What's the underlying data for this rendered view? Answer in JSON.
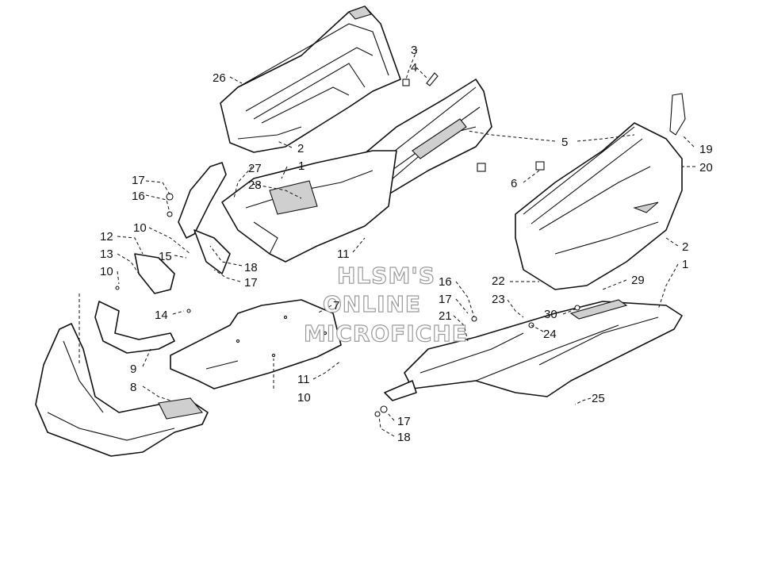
{
  "watermark": {
    "line1": "HLSM'S",
    "line2": "ONLINE",
    "line3": "MICROFICHE"
  },
  "callouts": {
    "c26": "26",
    "c3": "3",
    "c4": "4",
    "c2a": "2",
    "c27": "27",
    "c1a": "1",
    "c28": "28",
    "c5": "5",
    "c6": "6",
    "c19": "19",
    "c20": "20",
    "c2b": "2",
    "c1b": "1",
    "c17a": "17",
    "c16a": "16",
    "c10a": "10",
    "c12": "12",
    "c13": "13",
    "c15": "15",
    "c10b": "10",
    "c18a": "18",
    "c17b": "17",
    "c11a": "11",
    "c14": "14",
    "c9": "9",
    "c8": "8",
    "c7": "7",
    "c11b": "11",
    "c10c": "10",
    "c16b": "16",
    "c17c": "17",
    "c21": "21",
    "c22": "22",
    "c23": "23",
    "c24": "24",
    "c29": "29",
    "c30": "30",
    "c25": "25",
    "c17d": "17",
    "c18b": "18"
  },
  "colors": {
    "line": "#111111",
    "watermark": "#9a9a9a"
  }
}
